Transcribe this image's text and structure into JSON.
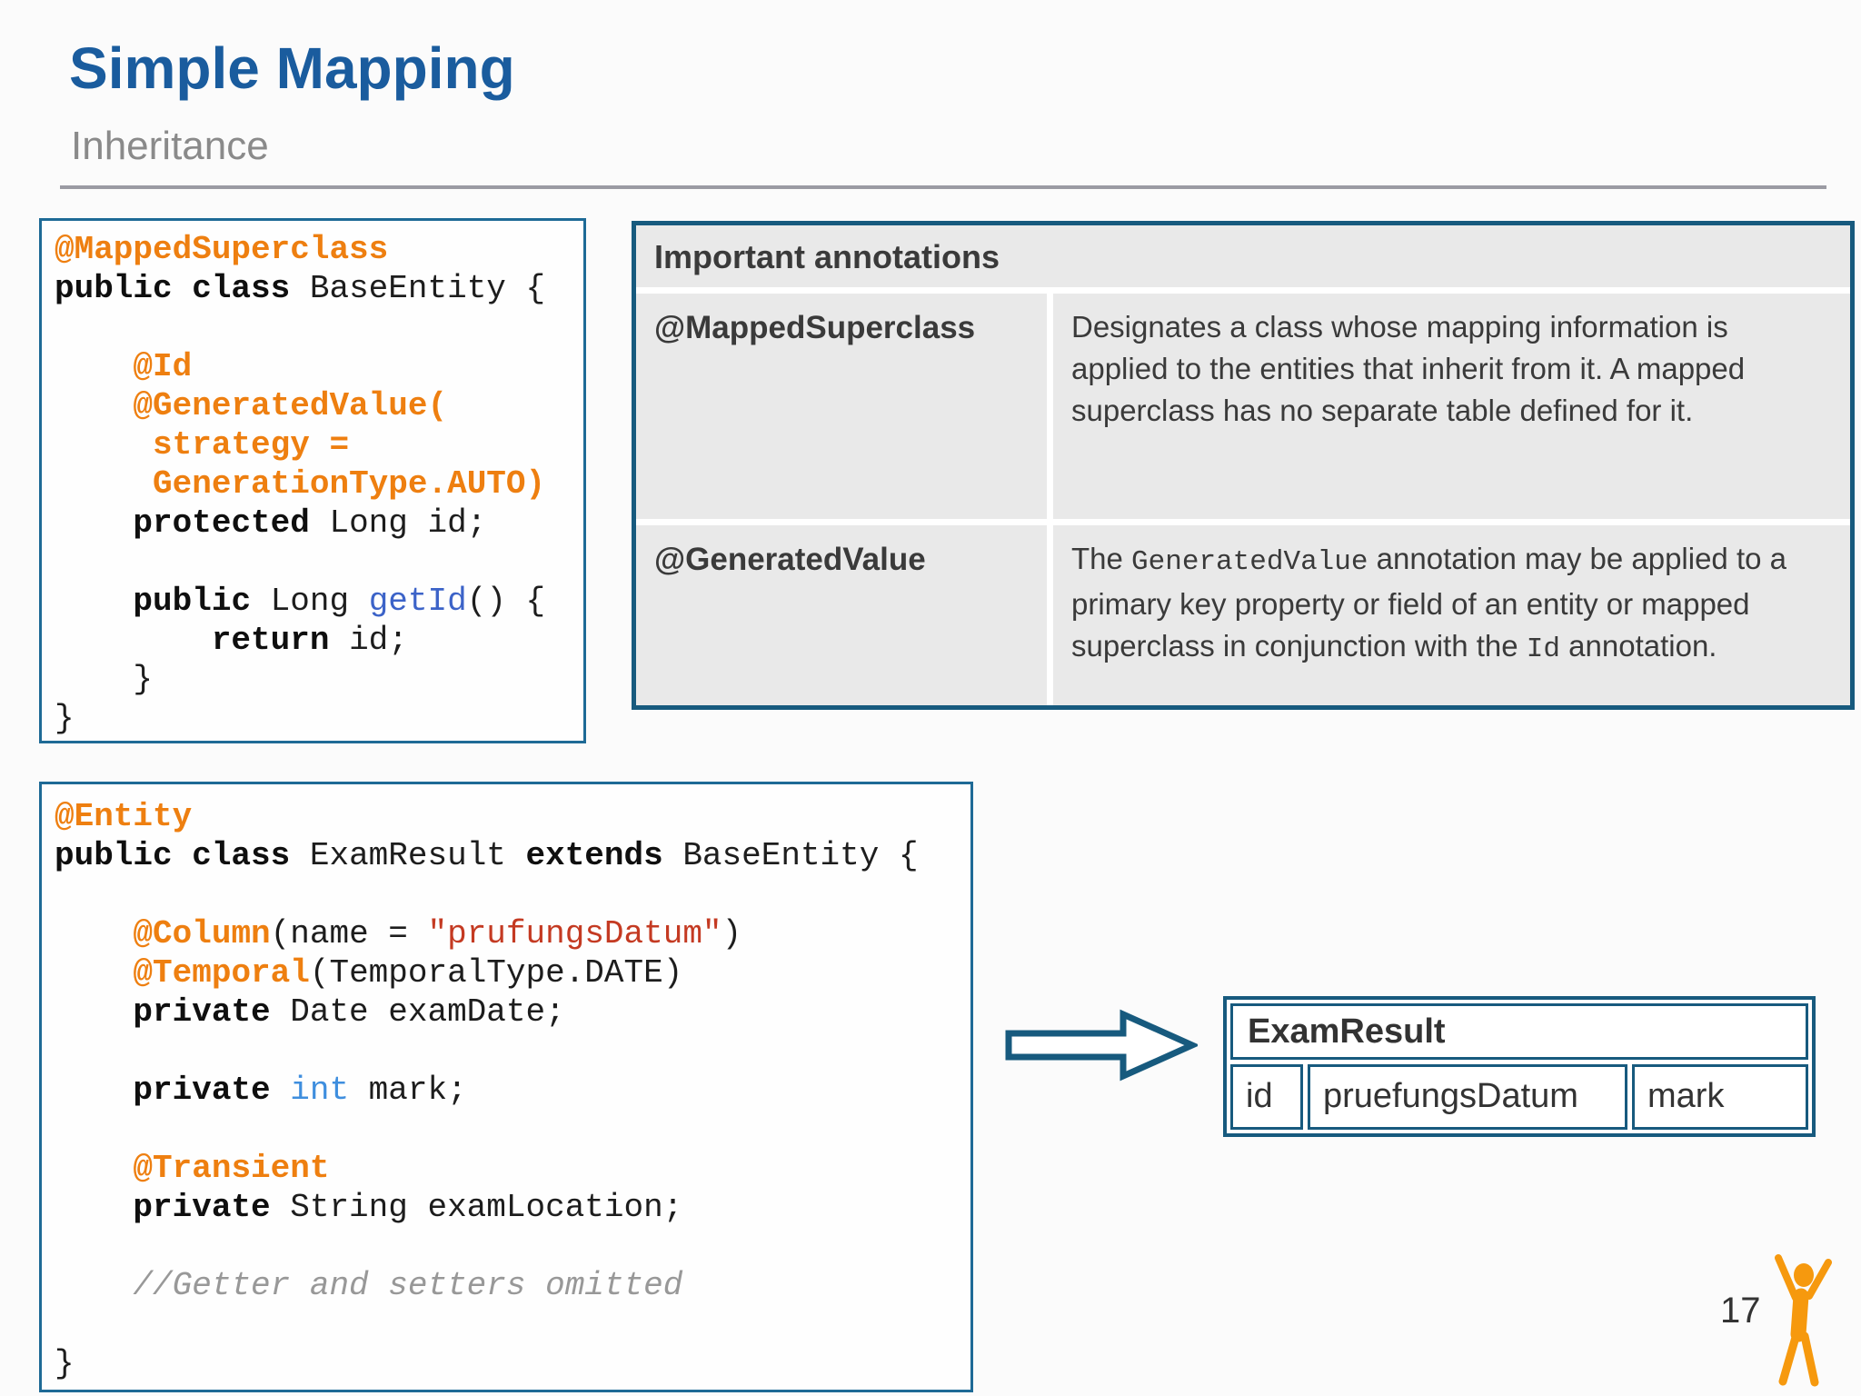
{
  "header": {
    "title": "Simple Mapping",
    "subtitle": "Inheritance"
  },
  "colors": {
    "title_blue": "#1a5c9e",
    "subtitle_gray": "#8a8a8a",
    "code_border": "#1e6a96",
    "table_border": "#175a7e",
    "annotation_orange": "#ee7f10",
    "string_red": "#c43a22",
    "method_blue": "#3c63c8",
    "type_blue": "#3e8ede",
    "comment_gray": "#989898",
    "cell_gray": "#e9e9e9",
    "logo_orange": "#f6990e"
  },
  "code_block_base_entity": {
    "lines": [
      [
        [
          "ann",
          "@MappedSuperclass"
        ]
      ],
      [
        [
          "kw",
          "public class "
        ],
        [
          "pl",
          "BaseEntity {"
        ]
      ],
      [],
      [
        [
          "pl",
          "    "
        ],
        [
          "ann",
          "@Id"
        ]
      ],
      [
        [
          "pl",
          "    "
        ],
        [
          "ann",
          "@GeneratedValue("
        ]
      ],
      [
        [
          "pl",
          "     "
        ],
        [
          "ann",
          "strategy ="
        ]
      ],
      [
        [
          "pl",
          "     "
        ],
        [
          "ann",
          "GenerationType.AUTO)"
        ]
      ],
      [
        [
          "pl",
          "    "
        ],
        [
          "kw",
          "protected "
        ],
        [
          "pl",
          "Long id;"
        ]
      ],
      [],
      [
        [
          "pl",
          "    "
        ],
        [
          "kw",
          "public "
        ],
        [
          "pl",
          "Long "
        ],
        [
          "meth",
          "getId"
        ],
        [
          "pl",
          "() {"
        ]
      ],
      [
        [
          "pl",
          "        "
        ],
        [
          "kw",
          "return "
        ],
        [
          "pl",
          "id;"
        ]
      ],
      [
        [
          "pl",
          "    }"
        ]
      ],
      [
        [
          "pl",
          "}"
        ]
      ]
    ]
  },
  "annotations_table": {
    "title": "Important annotations",
    "rows": [
      {
        "annotation": "@MappedSuperclass",
        "description": [
          [
            "t",
            "Designates a class whose mapping information is applied to the entities that inherit from it. A mapped superclass has no separate table defined for it."
          ]
        ]
      },
      {
        "annotation": "@GeneratedValue",
        "description": [
          [
            "t",
            "The "
          ],
          [
            "m",
            "GeneratedValue"
          ],
          [
            "t",
            " annotation may be applied to a primary key property or field of an entity or mapped superclass in conjunction with the "
          ],
          [
            "m",
            "Id"
          ],
          [
            "t",
            " annotation."
          ]
        ]
      }
    ]
  },
  "code_block_exam_result": {
    "lines": [
      [
        [
          "ann",
          "@Entity"
        ]
      ],
      [
        [
          "kw",
          "public class "
        ],
        [
          "pl",
          "ExamResult "
        ],
        [
          "kw",
          "extends "
        ],
        [
          "pl",
          "BaseEntity {"
        ]
      ],
      [],
      [
        [
          "pl",
          "    "
        ],
        [
          "ann",
          "@Column"
        ],
        [
          "pl",
          "(name = "
        ],
        [
          "str",
          "\"prufungsDatum\""
        ],
        [
          "pl",
          ")"
        ]
      ],
      [
        [
          "pl",
          "    "
        ],
        [
          "ann",
          "@Temporal"
        ],
        [
          "pl",
          "(TemporalType.DATE)"
        ]
      ],
      [
        [
          "pl",
          "    "
        ],
        [
          "kw",
          "private "
        ],
        [
          "pl",
          "Date examDate;"
        ]
      ],
      [],
      [
        [
          "pl",
          "    "
        ],
        [
          "kw",
          "private "
        ],
        [
          "type",
          "int"
        ],
        [
          "pl",
          " mark;"
        ]
      ],
      [],
      [
        [
          "pl",
          "    "
        ],
        [
          "ann",
          "@Transient"
        ]
      ],
      [
        [
          "pl",
          "    "
        ],
        [
          "kw",
          "private "
        ],
        [
          "pl",
          "String examLocation;"
        ]
      ],
      [],
      [
        [
          "pl",
          "    "
        ],
        [
          "com",
          "//Getter and setters omitted"
        ]
      ],
      [],
      [
        [
          "pl",
          "}"
        ]
      ]
    ]
  },
  "exam_result_table": {
    "title": "ExamResult",
    "columns": [
      "id",
      "pruefungsDatum",
      "mark"
    ]
  },
  "footer": {
    "page_number": "17"
  },
  "icons": {
    "arrow": "right-arrow-icon",
    "logo": "jumping-person-icon"
  }
}
